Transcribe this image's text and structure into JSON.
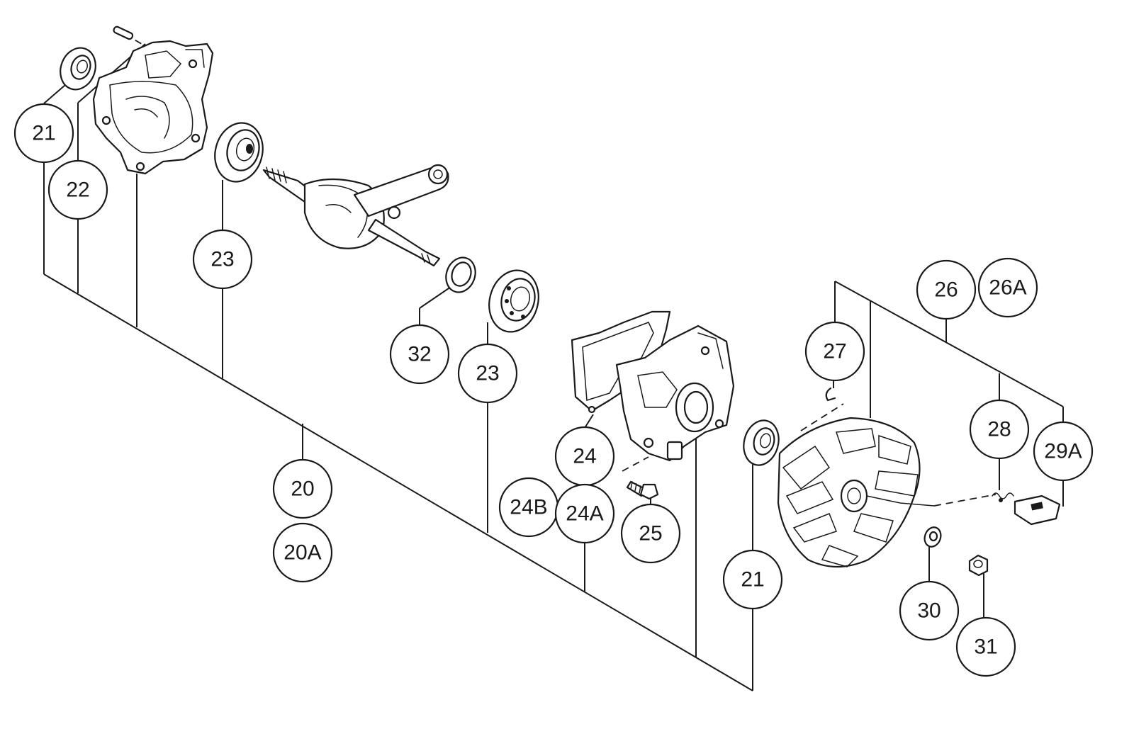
{
  "callouts": [
    {
      "id": "c21a",
      "label": "21"
    },
    {
      "id": "c22",
      "label": "22"
    },
    {
      "id": "c23a",
      "label": "23"
    },
    {
      "id": "c32",
      "label": "32"
    },
    {
      "id": "c23b",
      "label": "23"
    },
    {
      "id": "c20",
      "label": "20"
    },
    {
      "id": "c20A",
      "label": "20A"
    },
    {
      "id": "c24",
      "label": "24"
    },
    {
      "id": "c24B",
      "label": "24B"
    },
    {
      "id": "c24A",
      "label": "24A"
    },
    {
      "id": "c25",
      "label": "25"
    },
    {
      "id": "c21b",
      "label": "21"
    },
    {
      "id": "c27",
      "label": "27"
    },
    {
      "id": "c26",
      "label": "26"
    },
    {
      "id": "c26A",
      "label": "26A"
    },
    {
      "id": "c28",
      "label": "28"
    },
    {
      "id": "c29A",
      "label": "29A"
    },
    {
      "id": "c30",
      "label": "30"
    },
    {
      "id": "c31",
      "label": "31"
    }
  ],
  "parts": [
    {
      "name": "bearing-top",
      "icon": "ball-bearing-icon"
    },
    {
      "name": "crankcase-half",
      "icon": "crankcase-icon"
    },
    {
      "name": "main-bearing",
      "icon": "ball-bearing-icon"
    },
    {
      "name": "crankshaft",
      "icon": "crankshaft-icon"
    },
    {
      "name": "shim-ring",
      "icon": "ring-icon"
    },
    {
      "name": "main-bearing-2",
      "icon": "ball-bearing-icon"
    },
    {
      "name": "gasket",
      "icon": "gasket-icon"
    },
    {
      "name": "crankcase-half-2",
      "icon": "crankcase-icon"
    },
    {
      "name": "bolt",
      "icon": "bolt-icon"
    },
    {
      "name": "seal",
      "icon": "ball-bearing-icon"
    },
    {
      "name": "clip",
      "icon": "clip-icon"
    },
    {
      "name": "flywheel",
      "icon": "flywheel-icon"
    },
    {
      "name": "pawl-spring",
      "icon": "spring-icon"
    },
    {
      "name": "pawl",
      "icon": "pawl-icon"
    },
    {
      "name": "washer",
      "icon": "washer-icon"
    },
    {
      "name": "nut",
      "icon": "nut-icon"
    }
  ]
}
